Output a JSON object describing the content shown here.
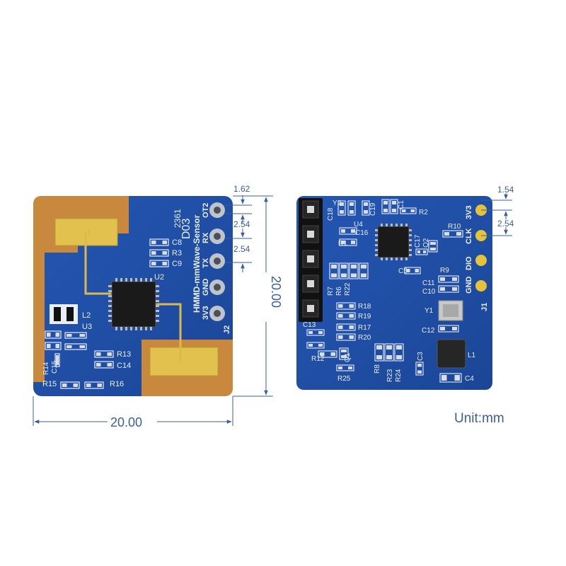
{
  "dimensions": {
    "width": "20.00",
    "height": "20.00",
    "left_offset": "1.62",
    "left_pitch_1": "2.54",
    "left_pitch_2": "2.54",
    "right_offset": "1.54",
    "right_pitch": "2.54"
  },
  "unit_label": "Unit:mm",
  "front_board": {
    "model": "HMMD-mmWave-Sensor",
    "code": "D03",
    "serial": "2361",
    "pins": [
      "OT2",
      "RX",
      "TX",
      "GND",
      "3V3"
    ],
    "connector": "J2",
    "refs": [
      "C8",
      "R3",
      "C9",
      "U2",
      "L2",
      "U3",
      "R14",
      "C15",
      "R13",
      "C14",
      "R15",
      "R16"
    ]
  },
  "back_board": {
    "pins": [
      "3V3",
      "CLK",
      "DIO",
      "GND"
    ],
    "connector": "J1",
    "refs": [
      "C18",
      "Y2",
      "C19",
      "C1",
      "R2",
      "U4",
      "C16",
      "R1",
      "C17",
      "Q2",
      "R10",
      "C5",
      "C11",
      "C10",
      "R9",
      "R7",
      "R6",
      "R22",
      "Y1",
      "R18",
      "R19",
      "R17",
      "R20",
      "C12",
      "C13",
      "R12",
      "Q1",
      "C3",
      "L1",
      "R25",
      "R8",
      "R23",
      "R24",
      "C4"
    ]
  },
  "colors": {
    "pcb": "#1f4fa8",
    "copper": "#c8893f",
    "gold": "#e6c23a",
    "silk": "#e8edf5",
    "dimension": "#3a5f9a"
  }
}
